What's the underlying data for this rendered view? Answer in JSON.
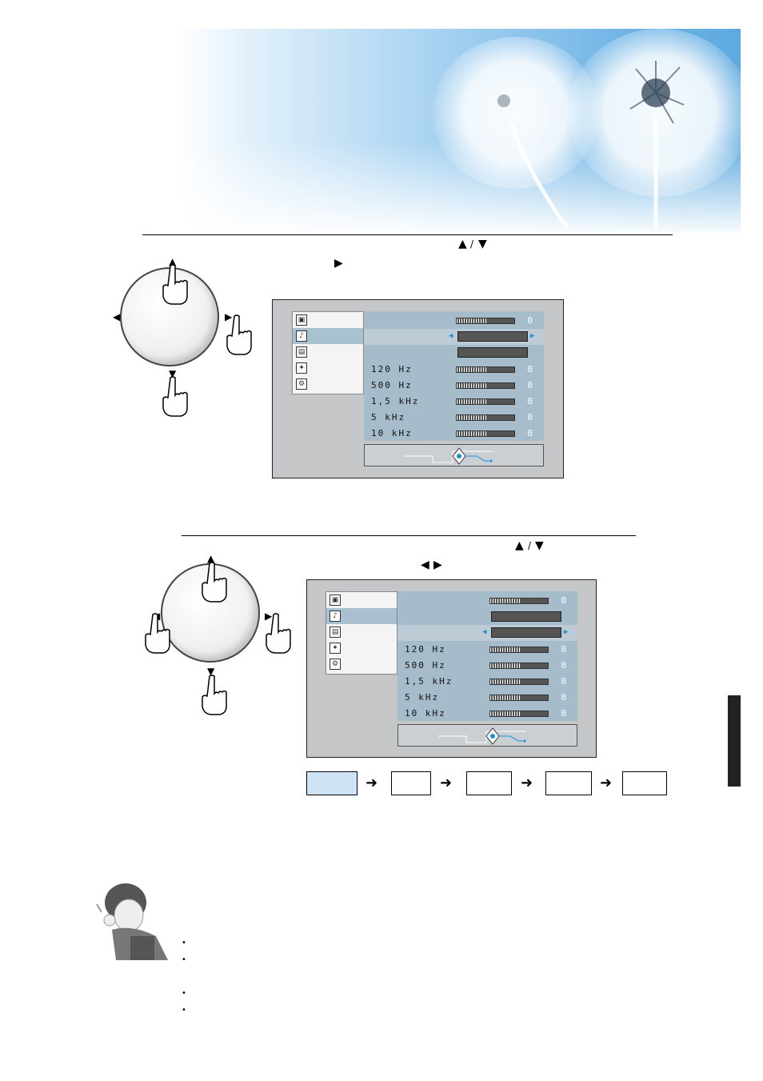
{
  "icons": {
    "up": "up-triangle-icon",
    "down": "down-triangle-icon",
    "left": "left-triangle-icon",
    "right": "right-triangle-icon",
    "hand": "pointing-hand-icon",
    "arrow": "right-arrow-icon"
  },
  "colors": {
    "sky": "#6fb4e6",
    "osd_bg": "#c4c6c8",
    "panel": "#a7bccb",
    "highlight": "#cfe3f6",
    "side_tab": "#222222"
  },
  "osd1": {
    "rows": [
      {
        "label": "",
        "value": "0"
      },
      {
        "label": "",
        "value": ""
      },
      {
        "label": "",
        "value": ""
      },
      {
        "label": "120 Hz",
        "value": "0"
      },
      {
        "label": "500 Hz",
        "value": "0"
      },
      {
        "label": "1,5 kHz",
        "value": "0"
      },
      {
        "label": "5   kHz",
        "value": "0"
      },
      {
        "label": "10  kHz",
        "value": "0"
      }
    ]
  },
  "osd2": {
    "rows": [
      {
        "label": "",
        "value": "0"
      },
      {
        "label": "",
        "value": ""
      },
      {
        "label": "",
        "value": ""
      },
      {
        "label": "120 Hz",
        "value": "0"
      },
      {
        "label": "500 Hz",
        "value": "0"
      },
      {
        "label": "1,5 kHz",
        "value": "0"
      },
      {
        "label": "5   kHz",
        "value": "0"
      },
      {
        "label": "10  kHz",
        "value": "0"
      }
    ]
  },
  "flow": {
    "boxes": [
      "",
      "",
      "",
      "",
      ""
    ]
  }
}
